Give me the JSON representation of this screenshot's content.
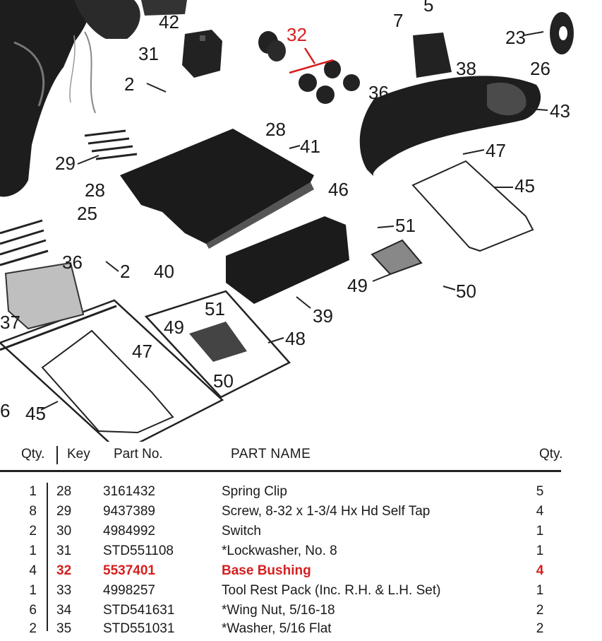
{
  "diagram": {
    "callouts": [
      {
        "id": "c5",
        "text": "5"
      },
      {
        "id": "c42",
        "text": "42"
      },
      {
        "id": "c32",
        "text": "32",
        "highlight": true
      },
      {
        "id": "c7",
        "text": "7"
      },
      {
        "id": "c23",
        "text": "23"
      },
      {
        "id": "c31",
        "text": "31"
      },
      {
        "id": "c2a",
        "text": "2"
      },
      {
        "id": "c38",
        "text": "38"
      },
      {
        "id": "c26",
        "text": "26"
      },
      {
        "id": "c36a",
        "text": "36"
      },
      {
        "id": "c43",
        "text": "43"
      },
      {
        "id": "c28a",
        "text": "28"
      },
      {
        "id": "c41",
        "text": "41"
      },
      {
        "id": "c47a",
        "text": "47"
      },
      {
        "id": "c29",
        "text": "29"
      },
      {
        "id": "c28b",
        "text": "28"
      },
      {
        "id": "c46",
        "text": "46"
      },
      {
        "id": "c45a",
        "text": "45"
      },
      {
        "id": "c25",
        "text": "25"
      },
      {
        "id": "c51a",
        "text": "51"
      },
      {
        "id": "c36b",
        "text": "36"
      },
      {
        "id": "c2b",
        "text": "2"
      },
      {
        "id": "c40",
        "text": "40"
      },
      {
        "id": "c49a",
        "text": "49"
      },
      {
        "id": "c50a",
        "text": "50"
      },
      {
        "id": "c37",
        "text": "37"
      },
      {
        "id": "c51b",
        "text": "51"
      },
      {
        "id": "c39",
        "text": "39"
      },
      {
        "id": "c49b",
        "text": "49"
      },
      {
        "id": "c48",
        "text": "48"
      },
      {
        "id": "c47b",
        "text": "47"
      },
      {
        "id": "c50b",
        "text": "50"
      },
      {
        "id": "c6",
        "text": "6"
      },
      {
        "id": "c45b",
        "text": "45"
      }
    ]
  },
  "table": {
    "headers": {
      "qty_left": "Qty.",
      "key": "Key",
      "part_no": "Part No.",
      "part_name": "PART NAME",
      "qty_right": "Qty."
    },
    "rows": [
      {
        "qty_left": "1",
        "key": "28",
        "part_no": "3161432",
        "part_name": "Spring Clip",
        "qty_right": "5"
      },
      {
        "qty_left": "8",
        "key": "29",
        "part_no": "9437389",
        "part_name": "Screw, 8-32 x 1-3/4 Hx Hd Self Tap",
        "qty_right": "4"
      },
      {
        "qty_left": "2",
        "key": "30",
        "part_no": "4984992",
        "part_name": "Switch",
        "qty_right": "1"
      },
      {
        "qty_left": "1",
        "key": "31",
        "part_no": "STD551108",
        "part_name": "*Lockwasher, No. 8",
        "qty_right": "1"
      },
      {
        "qty_left": "4",
        "key": "32",
        "part_no": "5537401",
        "part_name": "Base Bushing",
        "qty_right": "4",
        "highlight": true
      },
      {
        "qty_left": "1",
        "key": "33",
        "part_no": "4998257",
        "part_name": "Tool Rest Pack (Inc. R.H. & L.H. Set)",
        "qty_right": "1"
      },
      {
        "qty_left": "6",
        "key": "34",
        "part_no": "STD541631",
        "part_name": "*Wing Nut, 5/16-18",
        "qty_right": "2"
      },
      {
        "qty_left": "2",
        "key": "35",
        "part_no": "STD551031",
        "part_name": "*Washer, 5/16 Flat",
        "qty_right": "2"
      }
    ]
  },
  "colors": {
    "highlight": "#d61f1f",
    "ink": "#1a1a1a"
  }
}
